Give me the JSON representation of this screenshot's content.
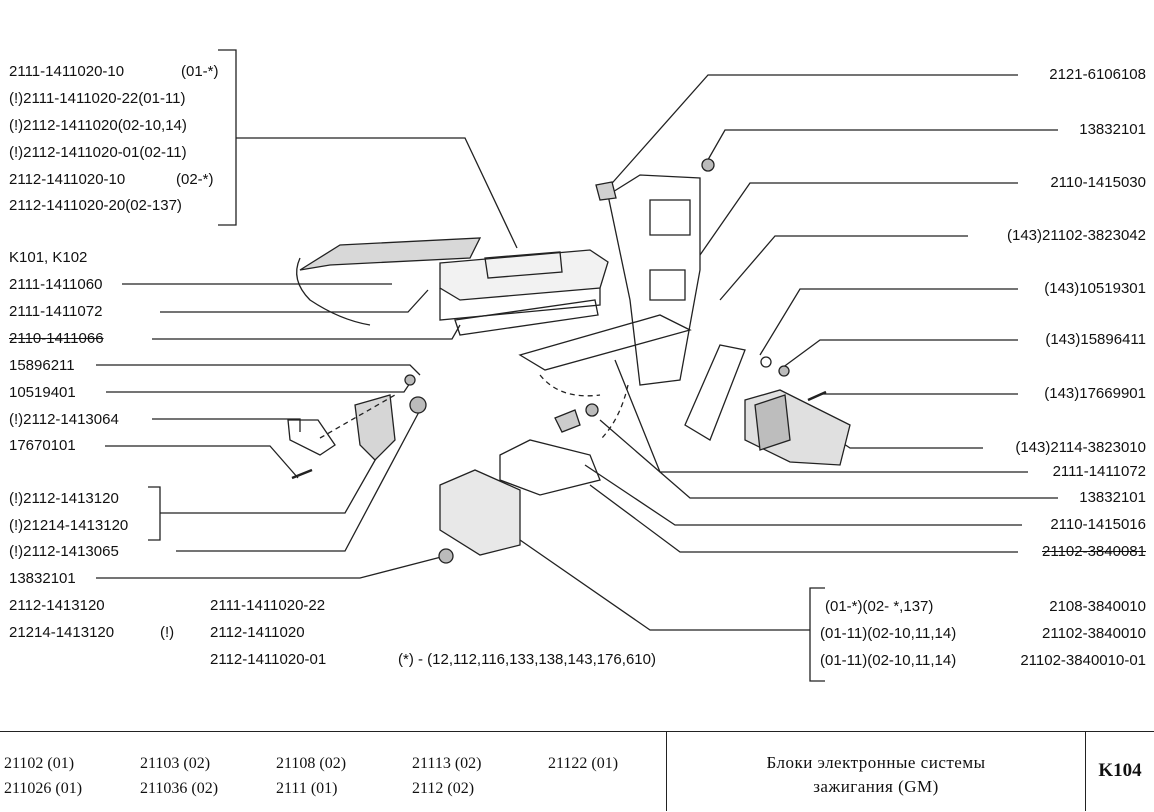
{
  "left_group": {
    "lines": [
      {
        "code": "2111-1411020-10",
        "note": "(01-*)"
      },
      {
        "code": "(!)2111-1411020-22(01-11)",
        "note": ""
      },
      {
        "code": "(!)2112-1411020(02-10,14)",
        "note": ""
      },
      {
        "code": "(!)2112-1411020-01(02-11)",
        "note": ""
      },
      {
        "code": "2112-1411020-10",
        "note": "(02-*)"
      },
      {
        "code": "2112-1411020-20(02-137)",
        "note": ""
      }
    ]
  },
  "left_labels": [
    "K101, K102",
    "2111-1411060",
    "2111-1411072",
    "2110-1411066",
    "15896211",
    "10519401",
    "(!)2112-1413064",
    "17670101"
  ],
  "left_bracket2": [
    "(!)2112-1413120",
    "(!)21214-1413120"
  ],
  "left_labels2": [
    "(!)2112-1413065",
    "13832101"
  ],
  "note_block": {
    "col1": [
      "2112-1413120",
      "21214-1413120"
    ],
    "col1_mark": "(!)",
    "col2": [
      "2111-1411020-22",
      "2112-1411020",
      "2112-1411020-01"
    ],
    "star_note": "(*)  -  (12,112,116,133,138,143,176,610)"
  },
  "right_labels": [
    "2121-6106108",
    "13832101",
    "2110-1415030",
    "(143)21102-3823042",
    "(143)10519301",
    "(143)15896411",
    "(143)17669901",
    "(143)2114-3823010",
    "2111-1411072",
    "13832101",
    "2110-1415016",
    "21102-3840081"
  ],
  "right_table": [
    {
      "apps": "(01-*)(02- *,137)",
      "code": "2108-3840010"
    },
    {
      "apps": "(01-11)(02-10,11,14)",
      "code": "21102-3840010"
    },
    {
      "apps": "(01-11)(02-10,11,14)",
      "code": "21102-3840010-01"
    }
  ],
  "footer": {
    "models_row1": [
      "21102 (01)",
      "21103 (02)",
      "21108 (02)",
      "21113 (02)",
      "21122 (01)"
    ],
    "models_row2": [
      "211026 (01)",
      "211036 (02)",
      "2111 (01)",
      "2112 (02)"
    ],
    "title_line1": "Блоки электронные системы",
    "title_line2": "зажигания (GM)",
    "sheet_code": "K104"
  }
}
